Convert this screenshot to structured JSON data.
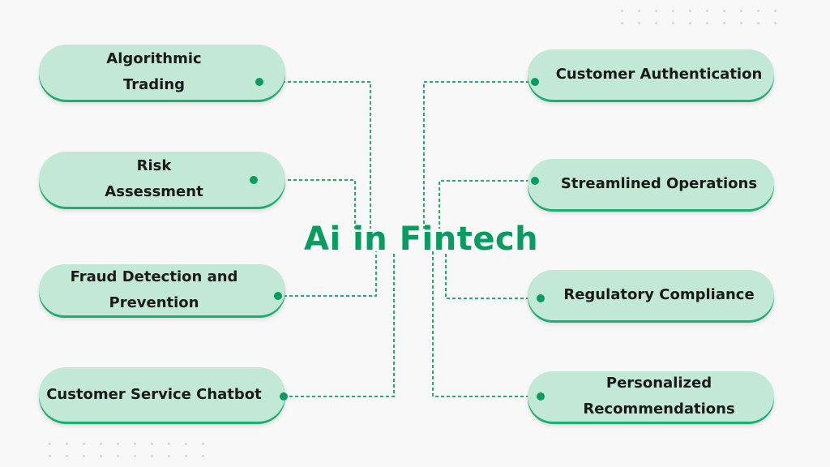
{
  "title": "Ai in Fintech",
  "left_items": [
    "Algorithmic\nTrading",
    "Risk\nAssessment",
    "Fraud Detection and\nPrevention",
    "Customer Service Chatbot"
  ],
  "right_items": [
    "Customer Authentication",
    "Streamlined Operations",
    "Regulatory Compliance",
    "Personalized\nRecommendations"
  ],
  "colors": {
    "accent": "#079c60",
    "pill": "#c2e8d6",
    "line": "#1fae72"
  }
}
